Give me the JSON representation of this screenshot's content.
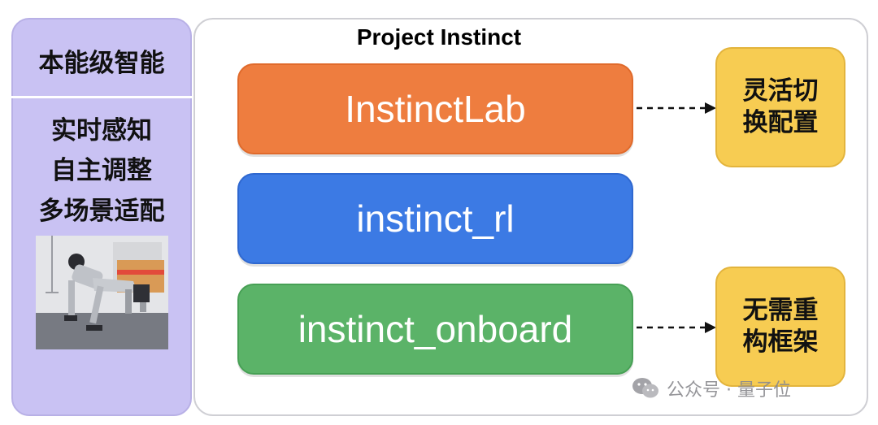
{
  "left_panel": {
    "heading": "本能级智能",
    "features": [
      "实时感知",
      "自主调整",
      "多场景适配"
    ]
  },
  "main_panel": {
    "title": "Project Instinct",
    "modules": [
      {
        "label": "InstinctLab",
        "color": "#ee7d3f"
      },
      {
        "label": "instinct_rl",
        "color": "#3c7ae4"
      },
      {
        "label": "instinct_onboard",
        "color": "#5bb368"
      }
    ]
  },
  "notes": [
    {
      "lines": [
        "灵活切",
        "换配置"
      ],
      "color": "#f7cc52"
    },
    {
      "lines": [
        "无需重",
        "构框架"
      ],
      "color": "#f7cc52"
    }
  ],
  "watermark": {
    "text": "公众号 · 量子位",
    "icon": "wechat-icon"
  }
}
